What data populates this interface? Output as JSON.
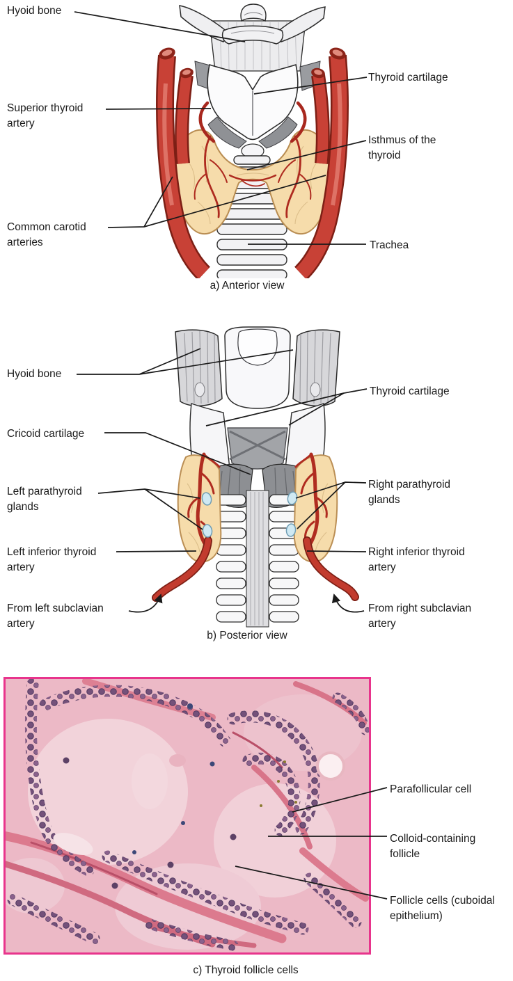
{
  "panels": {
    "a": {
      "caption": "a) Anterior view",
      "labels": {
        "hyoid_bone": "Hyoid bone",
        "thyroid_cartilage": "Thyroid cartilage",
        "superior_thyroid_artery": "Superior thyroid artery",
        "isthmus": "Isthmus of the thyroid",
        "common_carotid": "Common carotid arteries",
        "trachea": "Trachea"
      }
    },
    "b": {
      "caption": "b) Posterior view",
      "labels": {
        "hyoid_bone": "Hyoid bone",
        "thyroid_cartilage": "Thyroid cartilage",
        "cricoid_cartilage": "Cricoid cartilage",
        "left_parathyroid": "Left parathyroid glands",
        "right_parathyroid": "Right parathyroid glands",
        "left_inferior_thyroid": "Left inferior thyroid artery",
        "right_inferior_thyroid": "Right inferior thyroid artery",
        "from_left_subclavian": "From left subclavian artery",
        "from_right_subclavian": "From right subclavian artery"
      }
    },
    "c": {
      "caption": "c) Thyroid follicle cells",
      "labels": {
        "parafollicular": "Parafollicular cell",
        "colloid": "Colloid-containing follicle",
        "follicle_cells": "Follicle cells (cuboidal epithelium)"
      }
    }
  },
  "colors": {
    "artery_red": "#c64338",
    "artery_dark": "#7d1f15",
    "thyroid_gland_tan": "#f6dcab",
    "parathyroid_blue": "#cfe9f3",
    "cartilage_gray": "#f4f4f6",
    "muscle_gray": "#8f9195",
    "micrograph_border": "#e8348c",
    "label_text": "#1b1b1b"
  }
}
